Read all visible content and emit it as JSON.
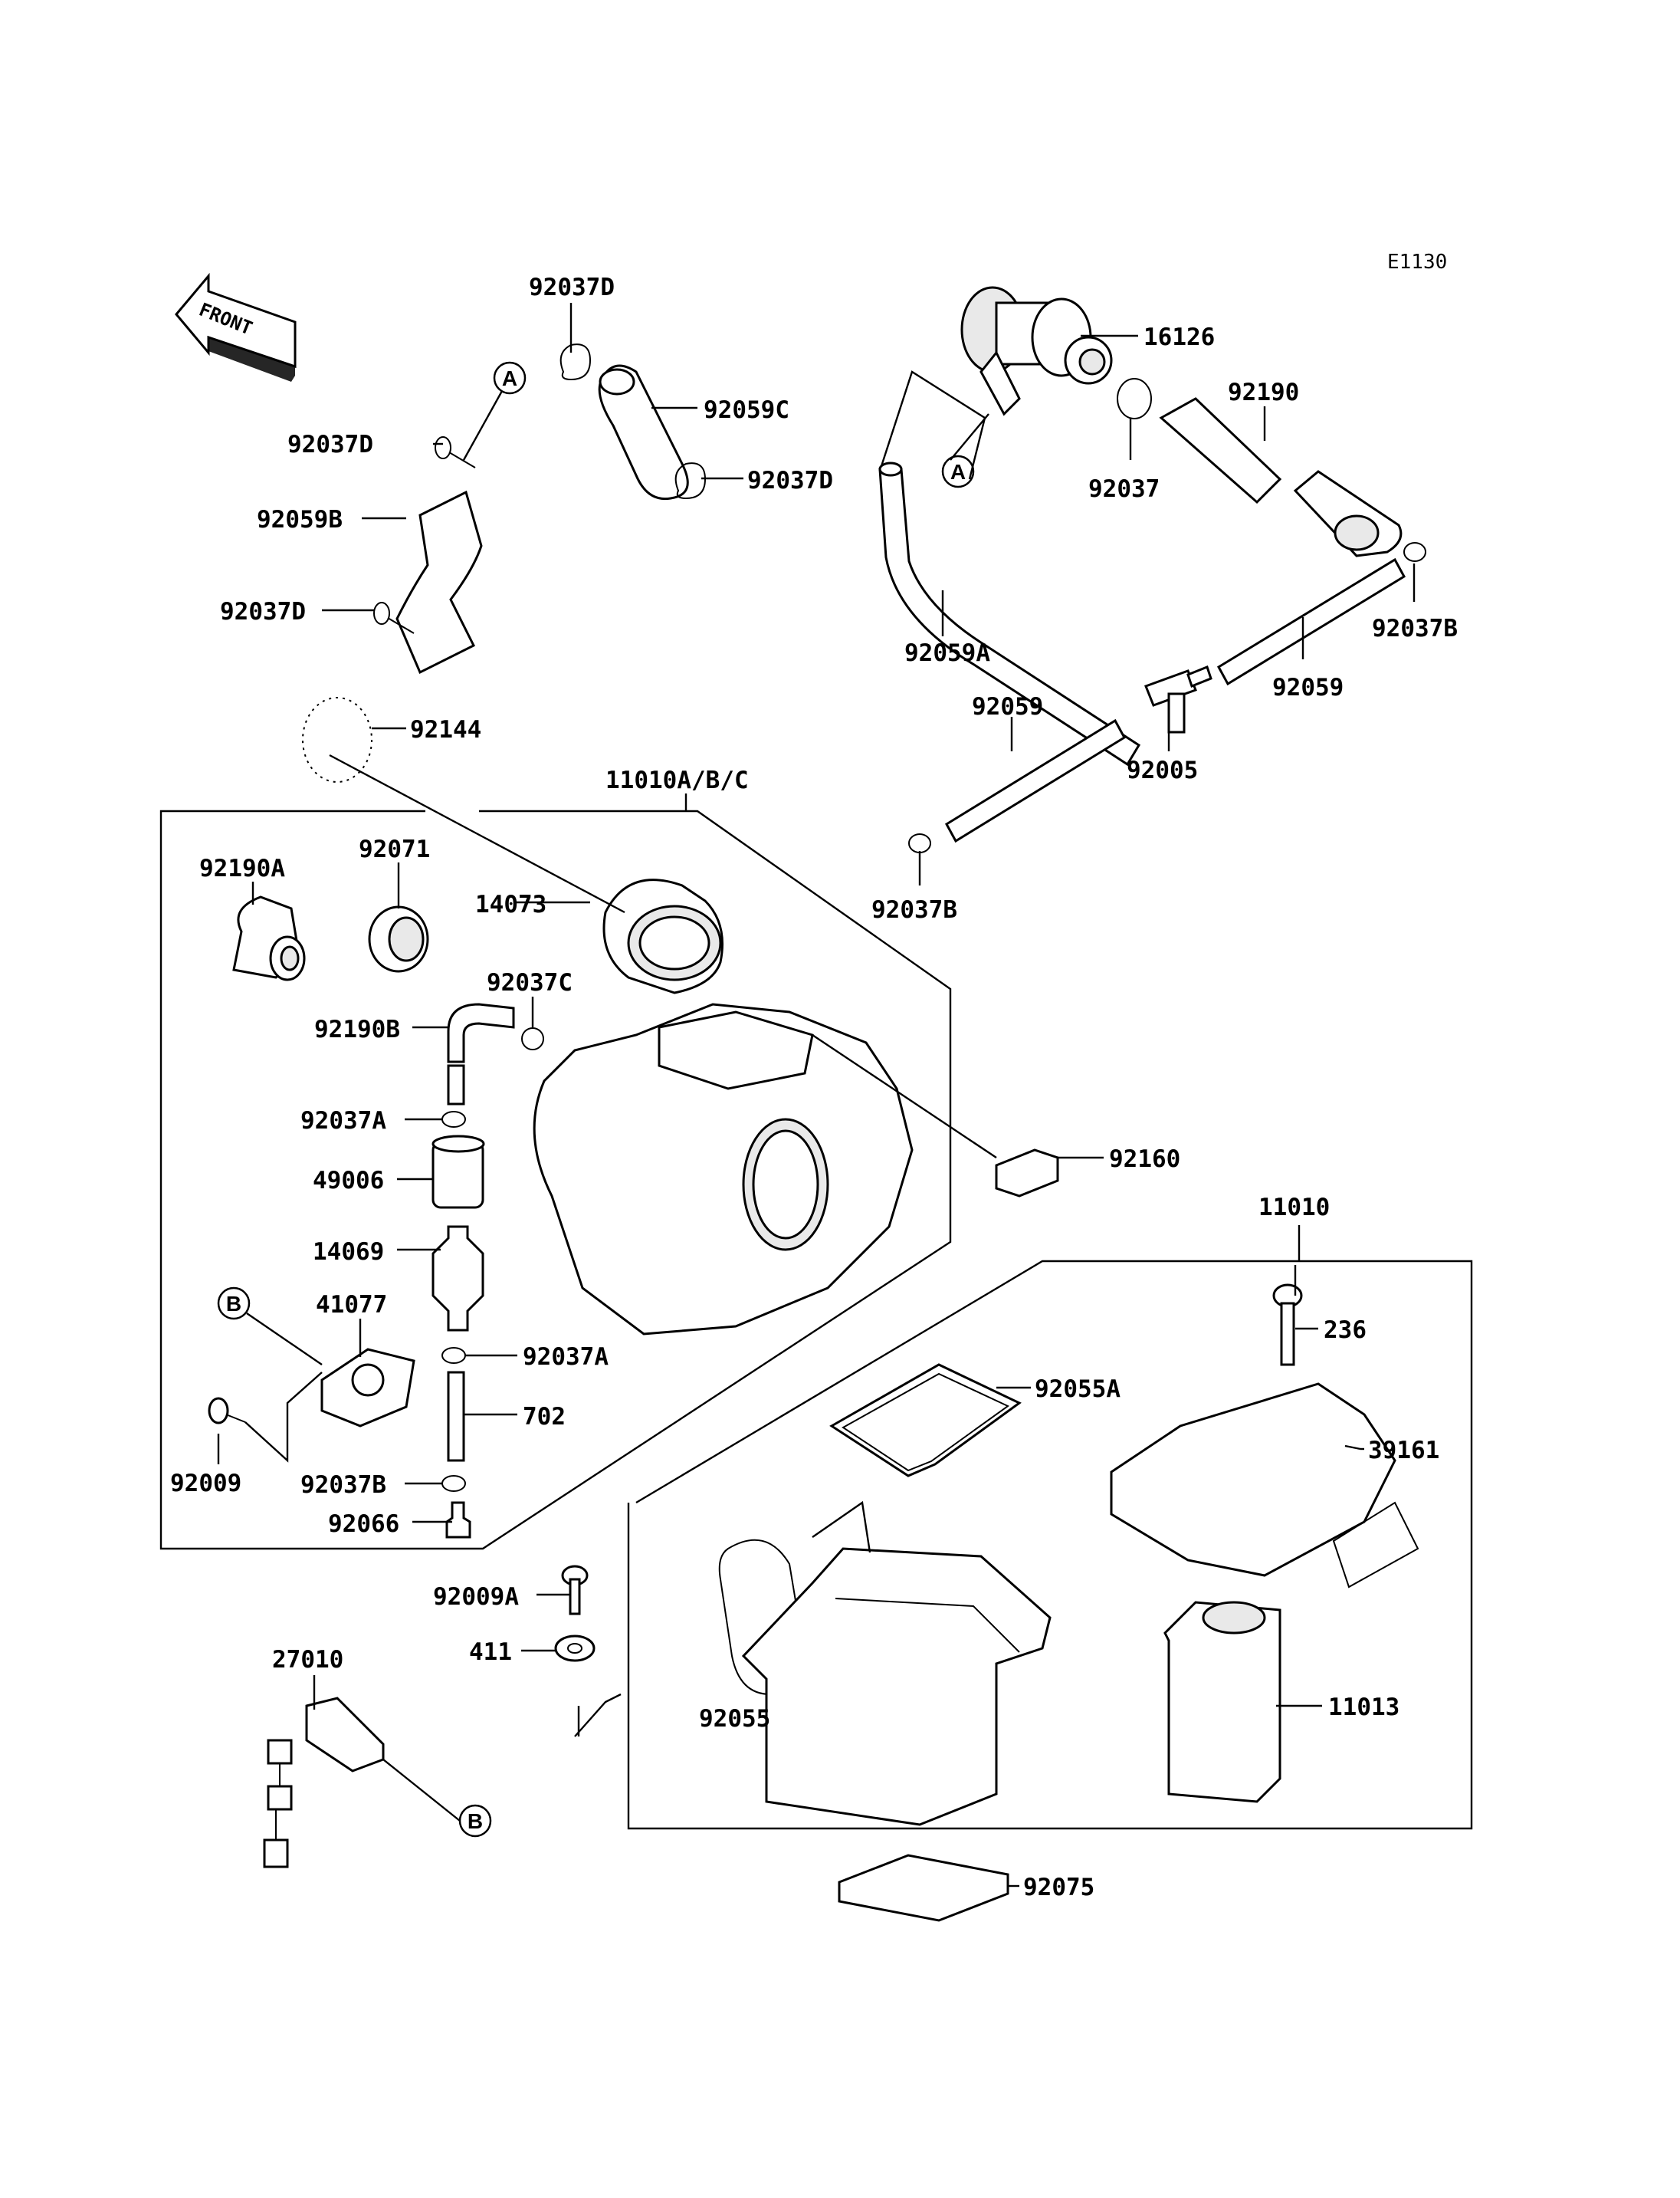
{
  "diagram_code": "E1130",
  "front_label": "FRONT",
  "refs": {
    "a": "A",
    "b": "B"
  },
  "parts": {
    "p92037D_top": "92037D",
    "p92037D_left1": "92037D",
    "p92059C": "92059C",
    "p92037D_right": "92037D",
    "p92059B": "92059B",
    "p92037D_left2": "92037D",
    "p16126": "16126",
    "p92190": "92190",
    "p92037": "92037",
    "p92059A": "92059A",
    "p92037B_right": "92037B",
    "p92059_right": "92059",
    "p92059_mid": "92059",
    "p92005": "92005",
    "p92037B_low": "92037B",
    "p92144": "92144",
    "p11010ABC": "11010A/B/C",
    "p92190A": "92190A",
    "p92071": "92071",
    "p14073": "14073",
    "p92037C": "92037C",
    "p92190B": "92190B",
    "p92037A_1": "92037A",
    "p49006": "49006",
    "p14069": "14069",
    "p41077": "41077",
    "p92037A_2": "92037A",
    "p702": "702",
    "p92009": "92009",
    "p92037B_3": "92037B",
    "p92066": "92066",
    "p92160": "92160",
    "p11010": "11010",
    "p236": "236",
    "p92055A": "92055A",
    "p39161": "39161",
    "p92009A": "92009A",
    "p411": "411",
    "p27010": "27010",
    "p92055": "92055",
    "p11013": "11013",
    "p92075": "92075"
  }
}
